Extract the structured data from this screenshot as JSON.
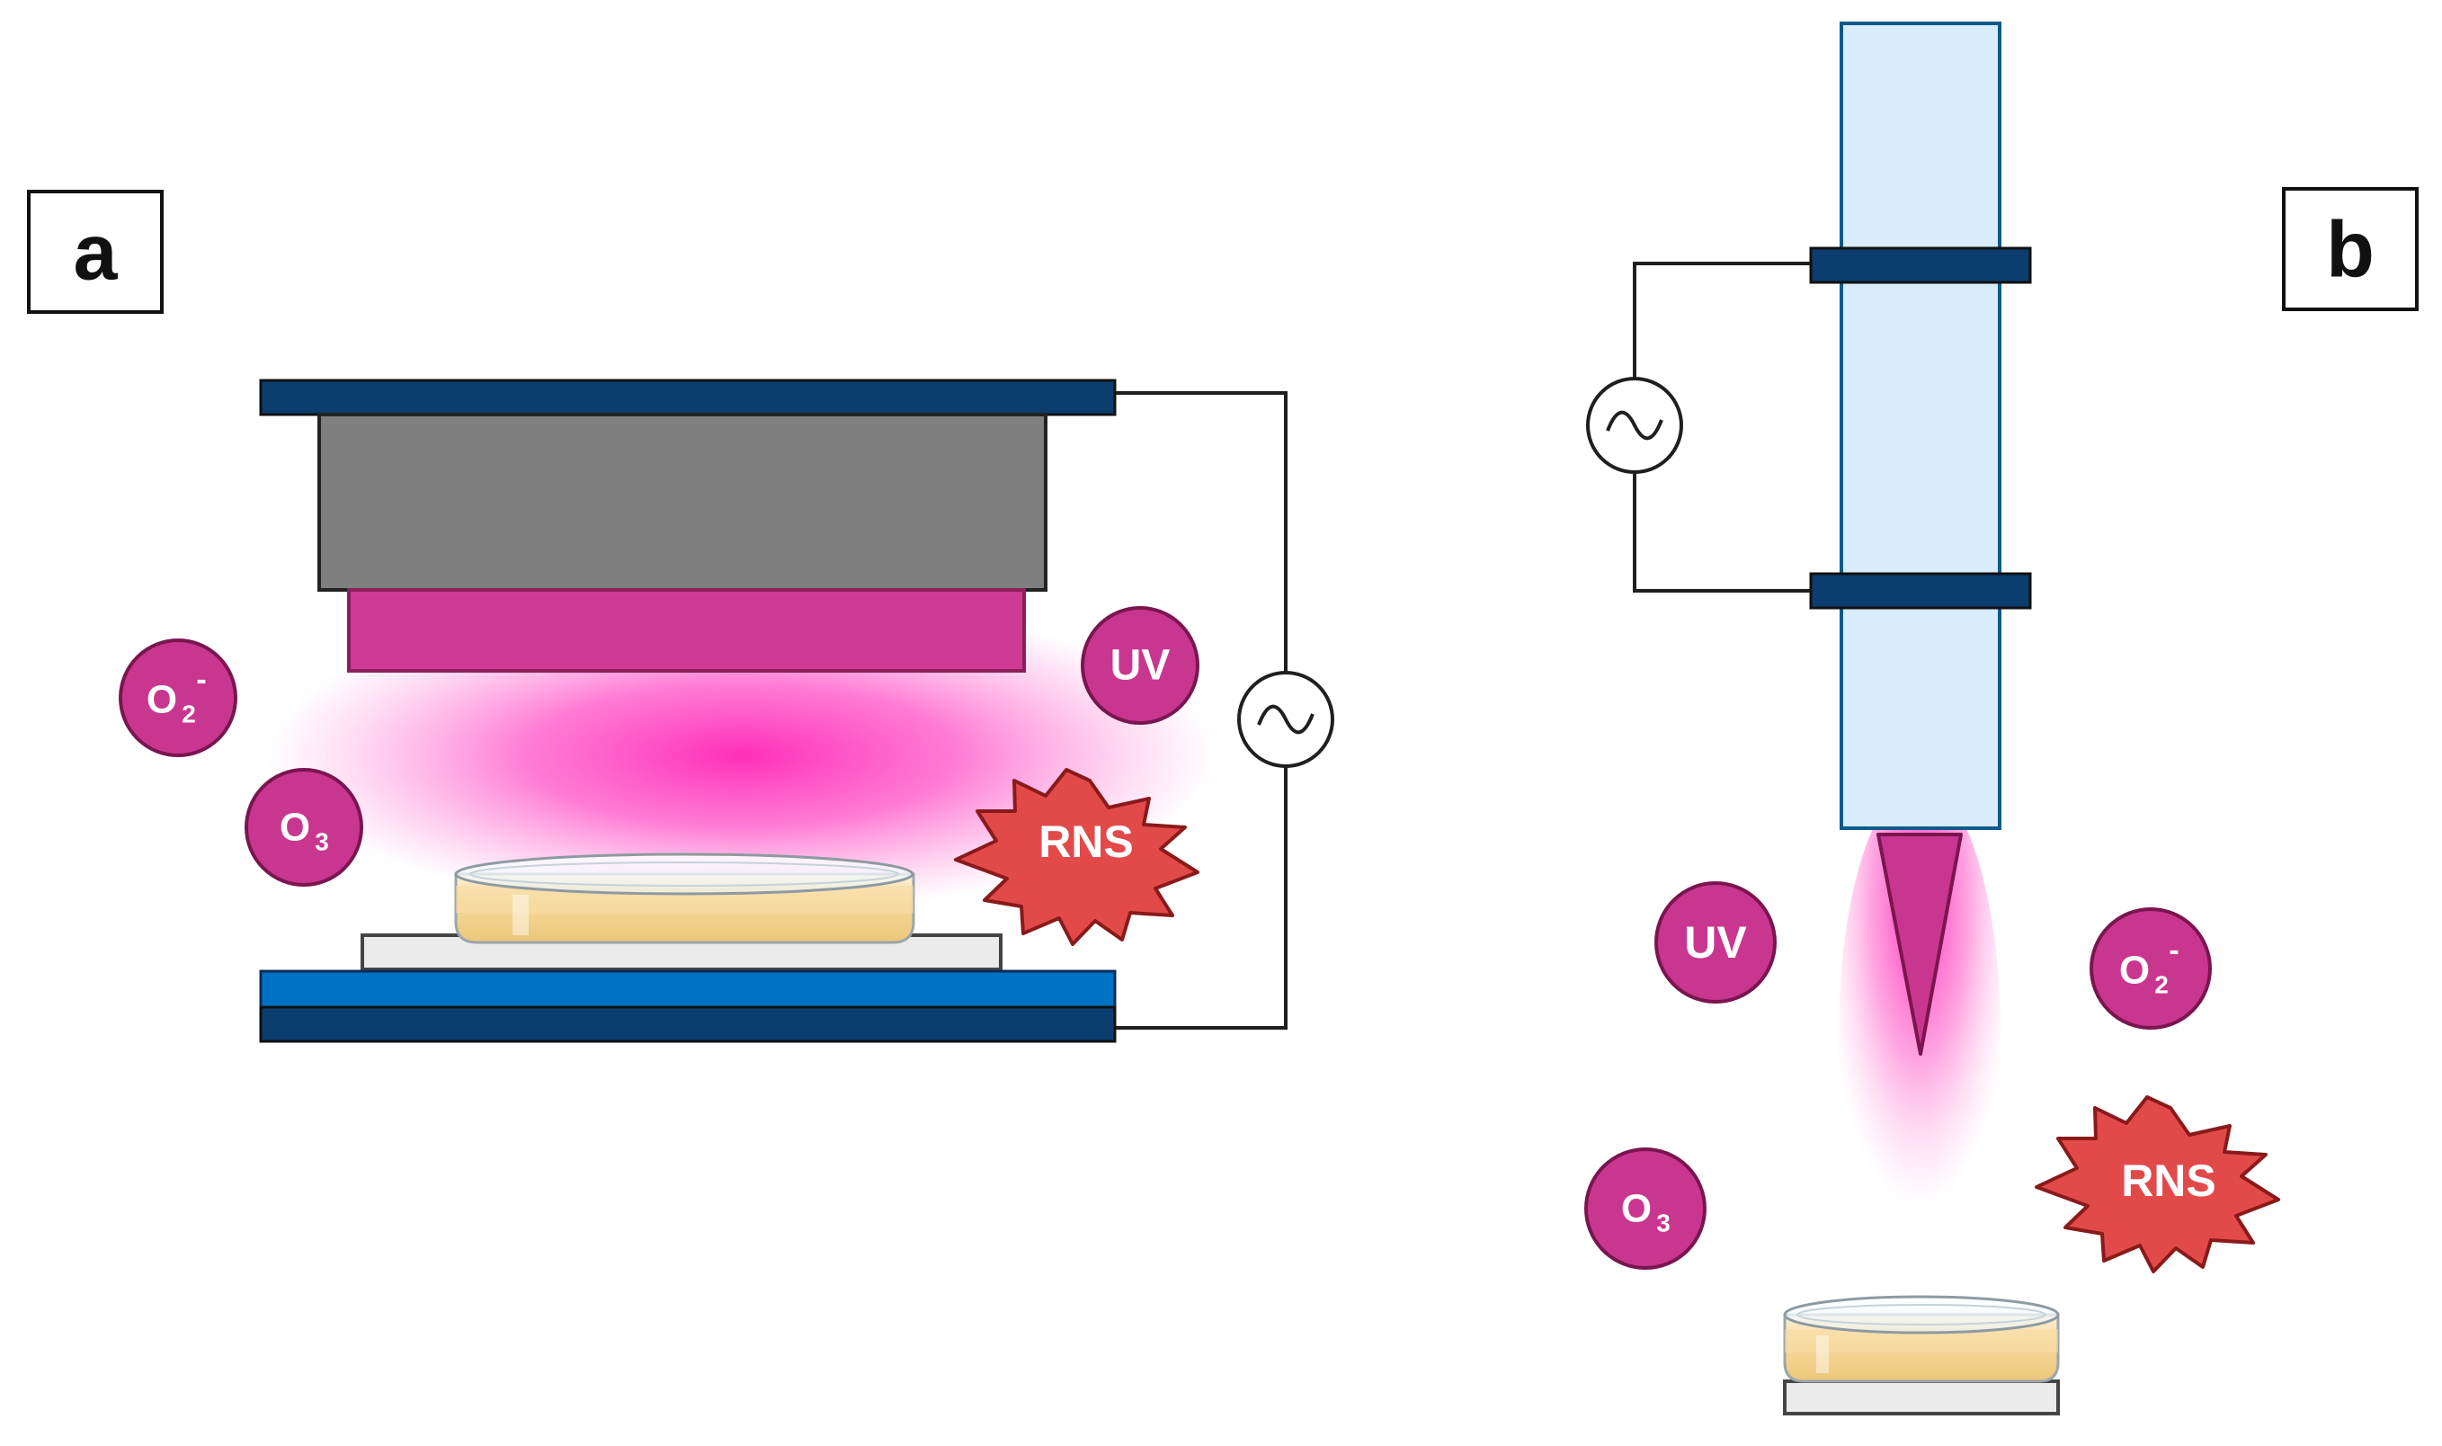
{
  "panels": {
    "a": {
      "label": "a"
    },
    "b": {
      "label": "b"
    }
  },
  "species": {
    "uv": "UV",
    "rns": "RNS",
    "ozone": {
      "base": "O",
      "sub": "3"
    },
    "superoxide": {
      "base": "O",
      "sub": "2",
      "sup": "-"
    }
  },
  "colors": {
    "electrode": "#0b3d6e",
    "electrode_bright": "#0072c6",
    "dielectric": "#7f7f7f",
    "plasma_pad": "#cf3a95",
    "plasma_glow": "#ff2fb9",
    "species_fill": "#c9368f",
    "rns_fill": "#e24a4a",
    "tube_fill": "#d8ecfb",
    "tube_stroke": "#0f5a8a",
    "wire": "#1f1f1f"
  },
  "icons": {
    "power_source": "ac-source-icon",
    "sample": "petri-dish-icon"
  }
}
